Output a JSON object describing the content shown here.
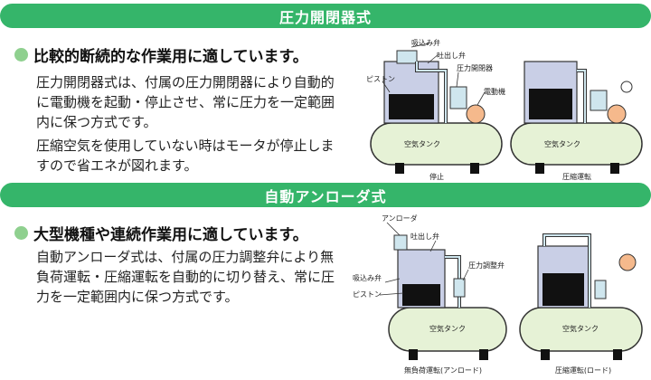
{
  "section1": {
    "title": "圧力開閉器式",
    "heading": "比較的断続的な作業用に適しています。",
    "paragraphs": [
      "圧力開閉器式は、付属の圧力開閉器により自動的に電動機を起動・停止させ、常に圧力を一定範囲内に保つ方式です。",
      "圧縮空気を使用していない時はモータが停止しますので省エネが図れます。"
    ],
    "diagram": {
      "labels": {
        "intake_valve": "吸込み弁",
        "exhaust_valve": "吐出し弁",
        "pressure_switch": "圧力開閉器",
        "piston": "ピストン",
        "motor": "電動機",
        "tank": "空気タンク"
      },
      "captions": [
        "停止",
        "圧縮運転"
      ]
    }
  },
  "section2": {
    "title": "自動アンローダ式",
    "heading": "大型機種や連続作業用に適しています。",
    "paragraphs": [
      "自動アンローダ式は、付属の圧力調整弁により無負荷運転・圧縮運転を自動的に切り替え、常に圧力を一定範囲内に保つ方式です。"
    ],
    "diagram": {
      "labels": {
        "unloader": "アンローダ",
        "exhaust_valve": "吐出し弁",
        "pressure_regulator": "圧力調整弁",
        "intake_valve": "吸込み弁",
        "piston": "ピストン",
        "tank": "空気タンク"
      },
      "captions": [
        "無負荷運転(アンロード)",
        "圧縮運転(ロード)"
      ]
    }
  },
  "colors": {
    "banner": "#35b56a",
    "bullet": "#8fd08f",
    "tank": "#e6f2d6",
    "cylinder": "#c9cfe6",
    "piston": "#111111",
    "motor": "#f5b98c",
    "pipe": "#cfe6ee"
  }
}
